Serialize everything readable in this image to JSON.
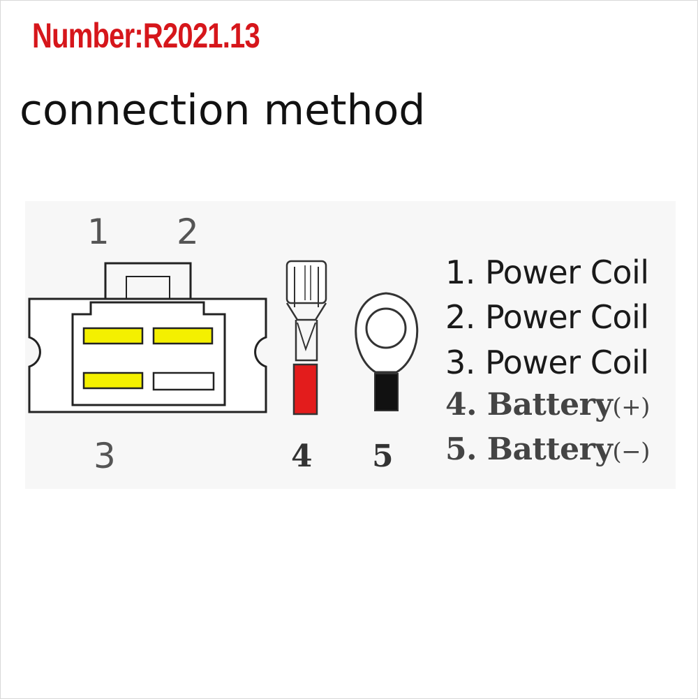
{
  "header": {
    "number_label": "Number:R2021.13",
    "title": "connection method"
  },
  "diagram": {
    "pins": {
      "p1": "1",
      "p2": "2",
      "p3": "3",
      "p4": "4",
      "p5": "5"
    },
    "legend": [
      {
        "label": "1. Power Coil"
      },
      {
        "label": "2. Power Coil"
      },
      {
        "label": "3. Power Coil"
      },
      {
        "label": "4. Battery",
        "sign": "(+)"
      },
      {
        "label": "5. Battery",
        "sign": "(−)"
      }
    ],
    "colors": {
      "coil_terminal": "#f4f000",
      "positive_wire": "#e31c1c",
      "negative_wire": "#111111"
    }
  }
}
